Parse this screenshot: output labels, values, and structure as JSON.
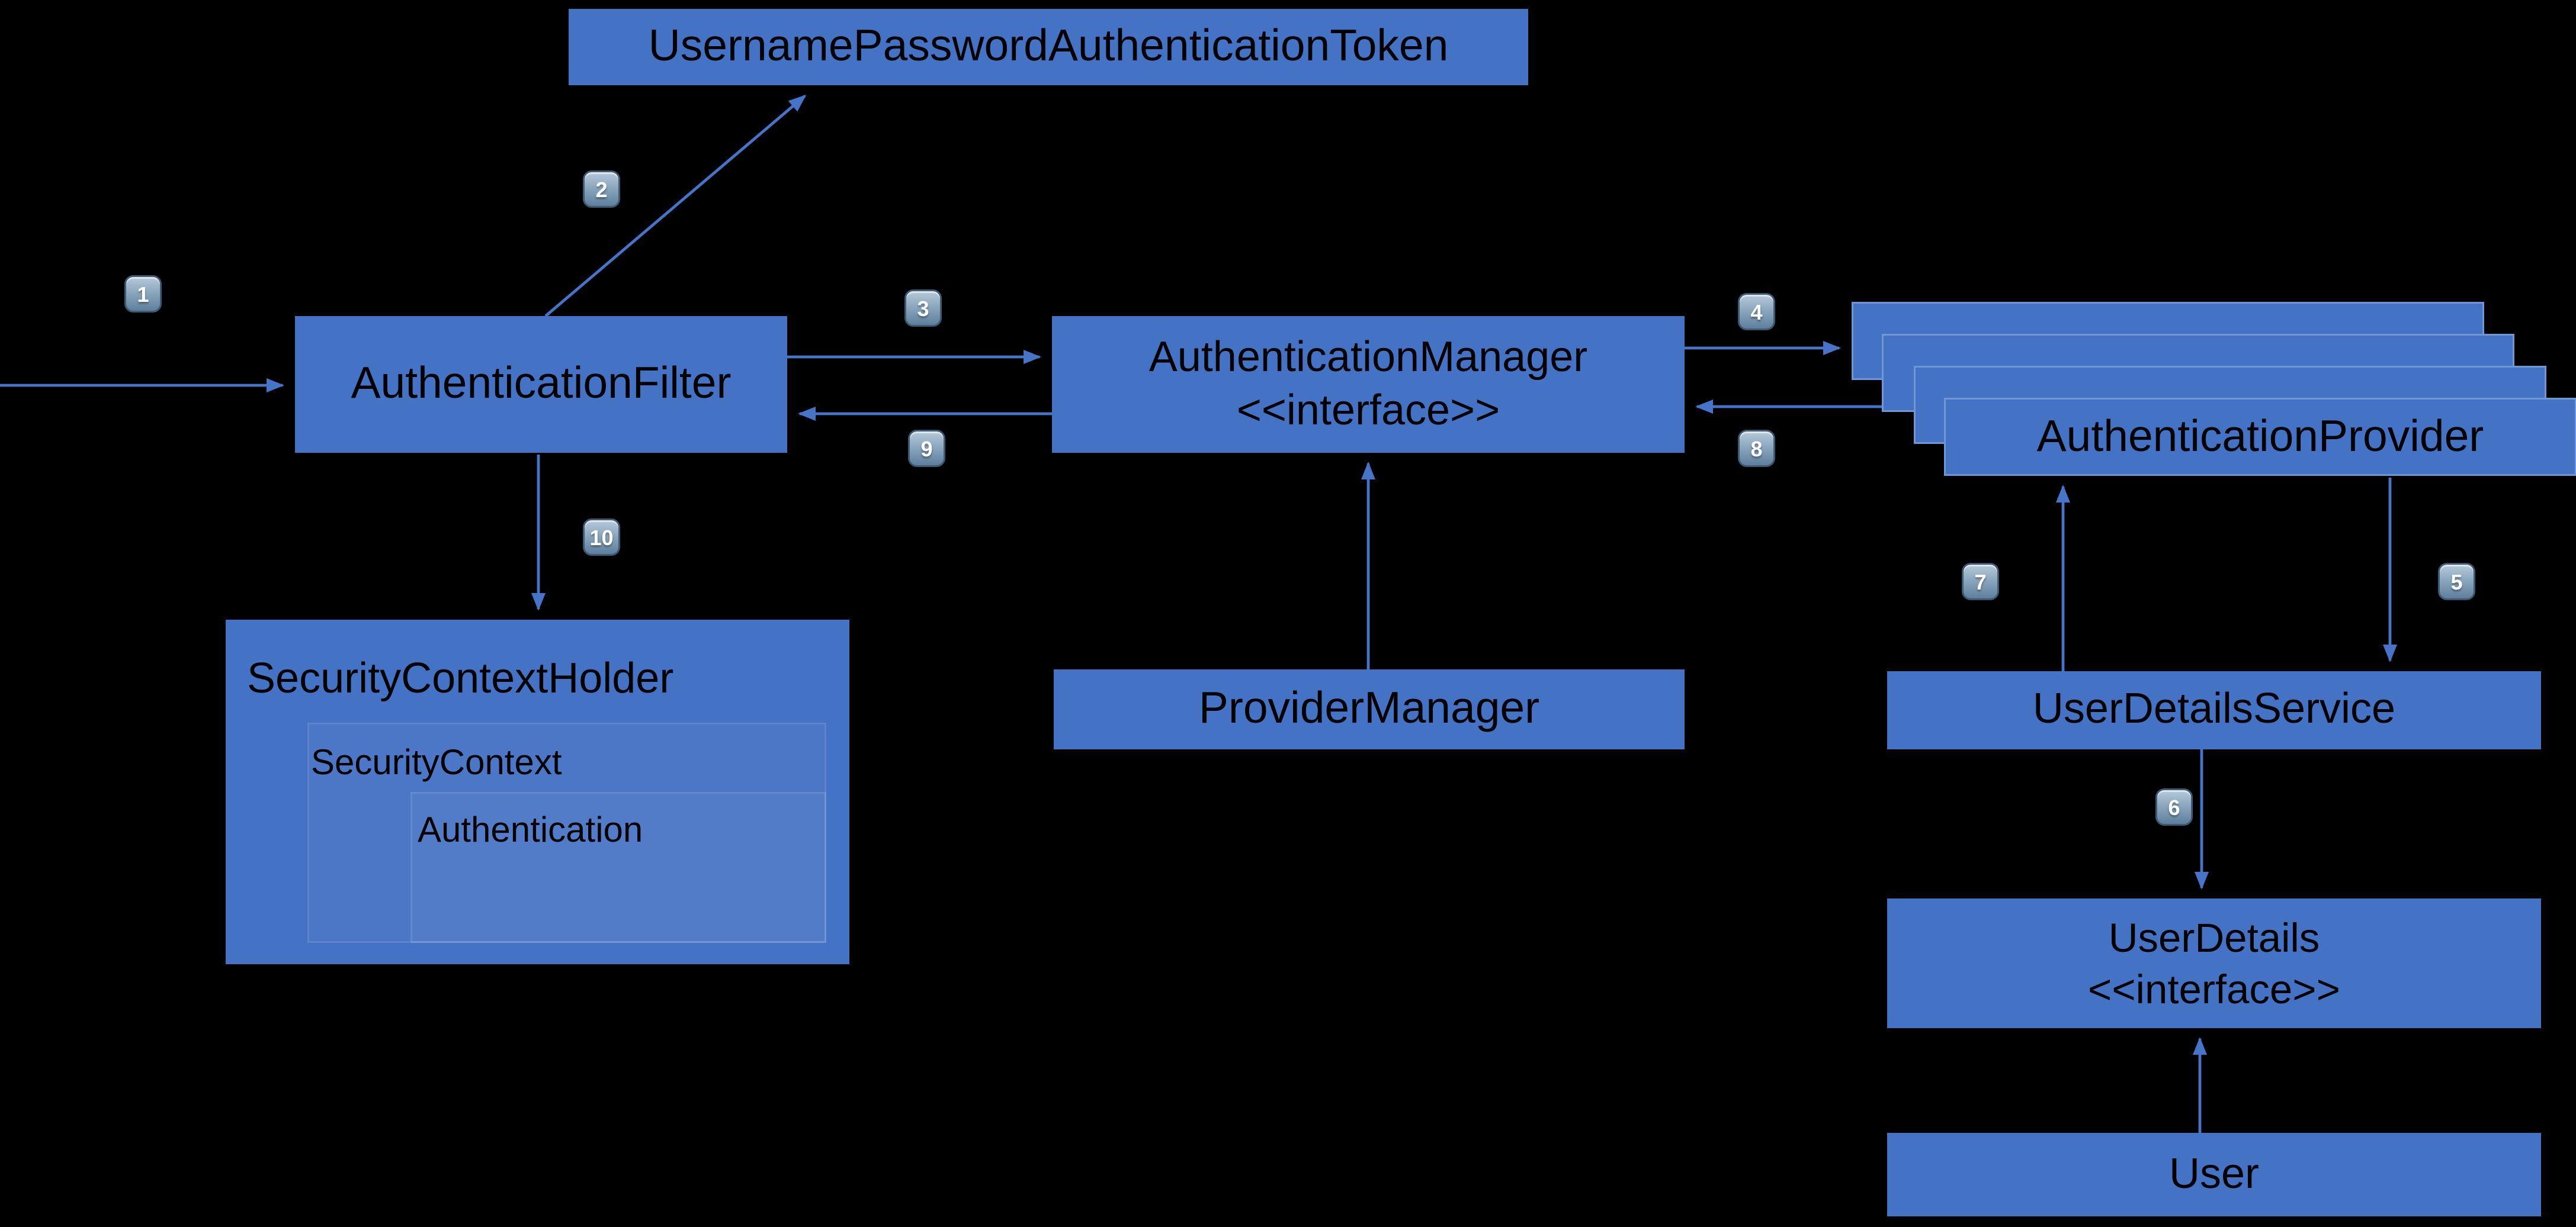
{
  "diagram": {
    "background": "#000000",
    "node_fill": "#4472C4",
    "arrow_color": "#4574C8",
    "badge_fill_top": "#b7cada",
    "badge_fill_bottom": "#5d7f9d",
    "nodes": {
      "token": {
        "label": "UsernamePasswordAuthenticationToken"
      },
      "filter": {
        "label": "AuthenticationFilter"
      },
      "manager": {
        "label": "AuthenticationManager",
        "stereotype": "<<interface>>"
      },
      "provider": {
        "label": "AuthenticationProvider"
      },
      "provider_manager": {
        "label": "ProviderManager"
      },
      "holder": {
        "label": "SecurityContextHolder"
      },
      "security_context": {
        "label": "SecurityContext"
      },
      "authentication": {
        "label": "Authentication"
      },
      "user_details_service": {
        "label": "UserDetailsService"
      },
      "user_details": {
        "label": "UserDetails",
        "stereotype": "<<interface>>"
      },
      "user": {
        "label": "User"
      }
    },
    "steps": [
      "1",
      "2",
      "3",
      "4",
      "5",
      "6",
      "7",
      "8",
      "9",
      "10"
    ]
  }
}
